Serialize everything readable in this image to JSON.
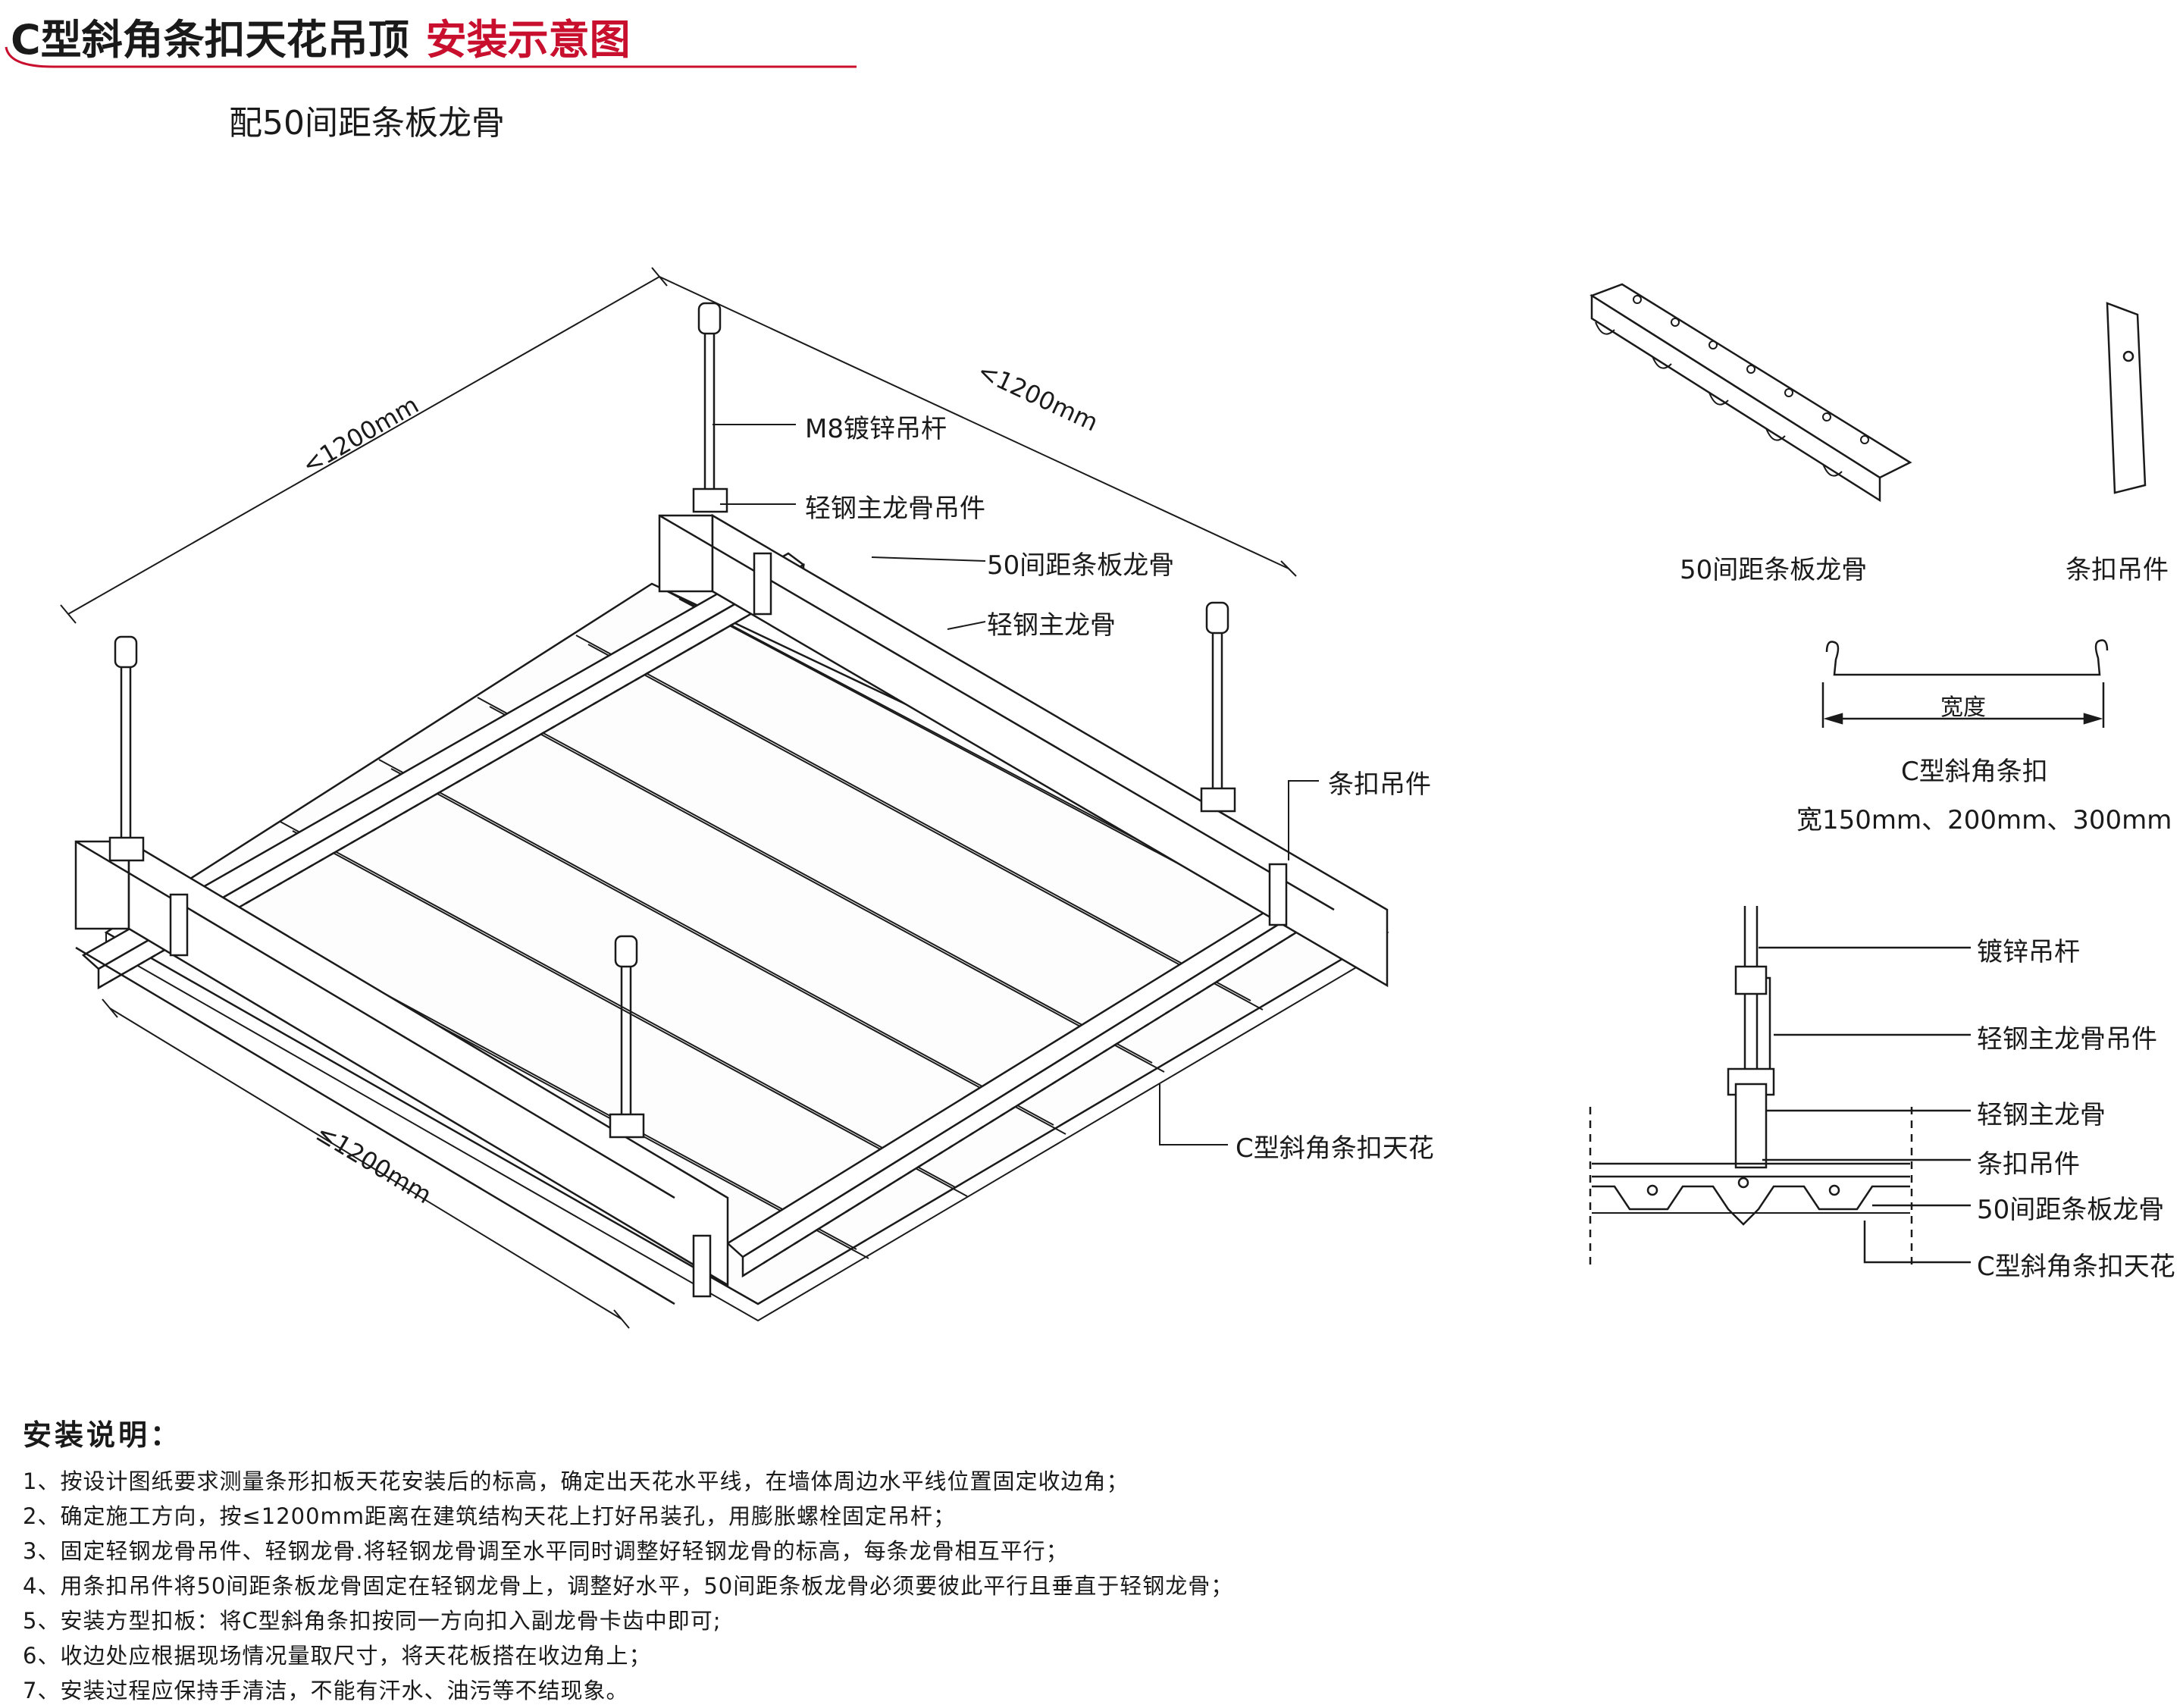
{
  "header": {
    "title": "C型斜角条扣天花吊顶",
    "title_red": "安装示意图",
    "subtitle": "配50间距条板龙骨"
  },
  "colors": {
    "accent": "#c8102e",
    "line": "#1a1a1a"
  },
  "iso": {
    "dim_top_left": "<1200mm",
    "dim_top_right": "<1200mm",
    "dim_bottom": "≤1200mm",
    "callouts": {
      "rod": "M8镀锌吊杆",
      "main_hanger": "轻钢主龙骨吊件",
      "carrier": "50间距条板龙骨",
      "main_keel": "轻钢主龙骨",
      "clip": "条扣吊件",
      "panel": "C型斜角条扣天花"
    }
  },
  "parts": {
    "carrier_label": "50间距条板龙骨",
    "clip_label": "条扣吊件",
    "width_label": "宽度",
    "profile_name": "C型斜角条扣",
    "profile_sizes": "宽150mm、200mm、300mm"
  },
  "section": {
    "labels": [
      "镀锌吊杆",
      "轻钢主龙骨吊件",
      "轻钢主龙骨",
      "条扣吊件",
      "50间距条板龙骨",
      "C型斜角条扣天花"
    ]
  },
  "notes": {
    "title": "安装说明：",
    "lines": [
      "1、按设计图纸要求测量条形扣板天花安装后的标高，确定出天花水平线，在墙体周边水平线位置固定收边角；",
      "2、确定施工方向，按≤1200mm距离在建筑结构天花上打好吊装孔，用膨胀螺栓固定吊杆；",
      "3、固定轻钢龙骨吊件、轻钢龙骨.将轻钢龙骨调至水平同时调整好轻钢龙骨的标高，每条龙骨相互平行；",
      "4、用条扣吊件将50间距条板龙骨固定在轻钢龙骨上，调整好水平，50间距条板龙骨必须要彼此平行且垂直于轻钢龙骨；",
      "5、安装方型扣板：将C型斜角条扣按同一方向扣入副龙骨卡齿中即可;",
      "6、收边处应根据现场情况量取尺寸，将天花板搭在收边角上；",
      "7、安装过程应保持手清洁，不能有汗水、油污等不结现象。"
    ]
  }
}
